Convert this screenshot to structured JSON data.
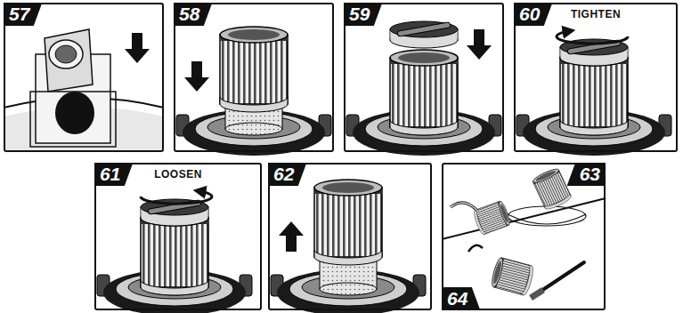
{
  "diagram": {
    "nodes": [
      {
        "text": [
          "57"
        ]
      },
      {
        "text": [
          "58"
        ]
      },
      {
        "text": [
          "59"
        ]
      },
      {
        "text": [
          "60",
          "TIGHTEN"
        ]
      },
      {
        "text": [
          "61",
          "LOOSEN"
        ]
      },
      {
        "text": [
          "62"
        ]
      },
      {
        "text": [
          "63",
          "64"
        ]
      }
    ]
  }
}
